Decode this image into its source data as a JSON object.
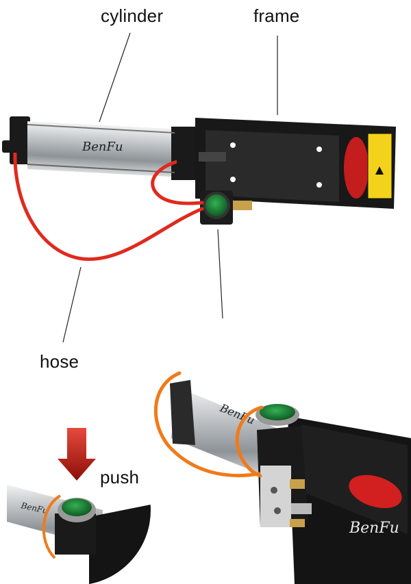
{
  "labels": {
    "cylinder": "cylinder",
    "frame": "frame",
    "hose": "hose",
    "push": "push"
  },
  "brand": "BenFu",
  "colors": {
    "hose_red": "#e02a1e",
    "hose_orange": "#f07a1a",
    "frame_black": "#141414",
    "button_green": "#1f8a3a",
    "warning_yellow": "#f3d21b",
    "arrow_red": "#b3170f"
  }
}
